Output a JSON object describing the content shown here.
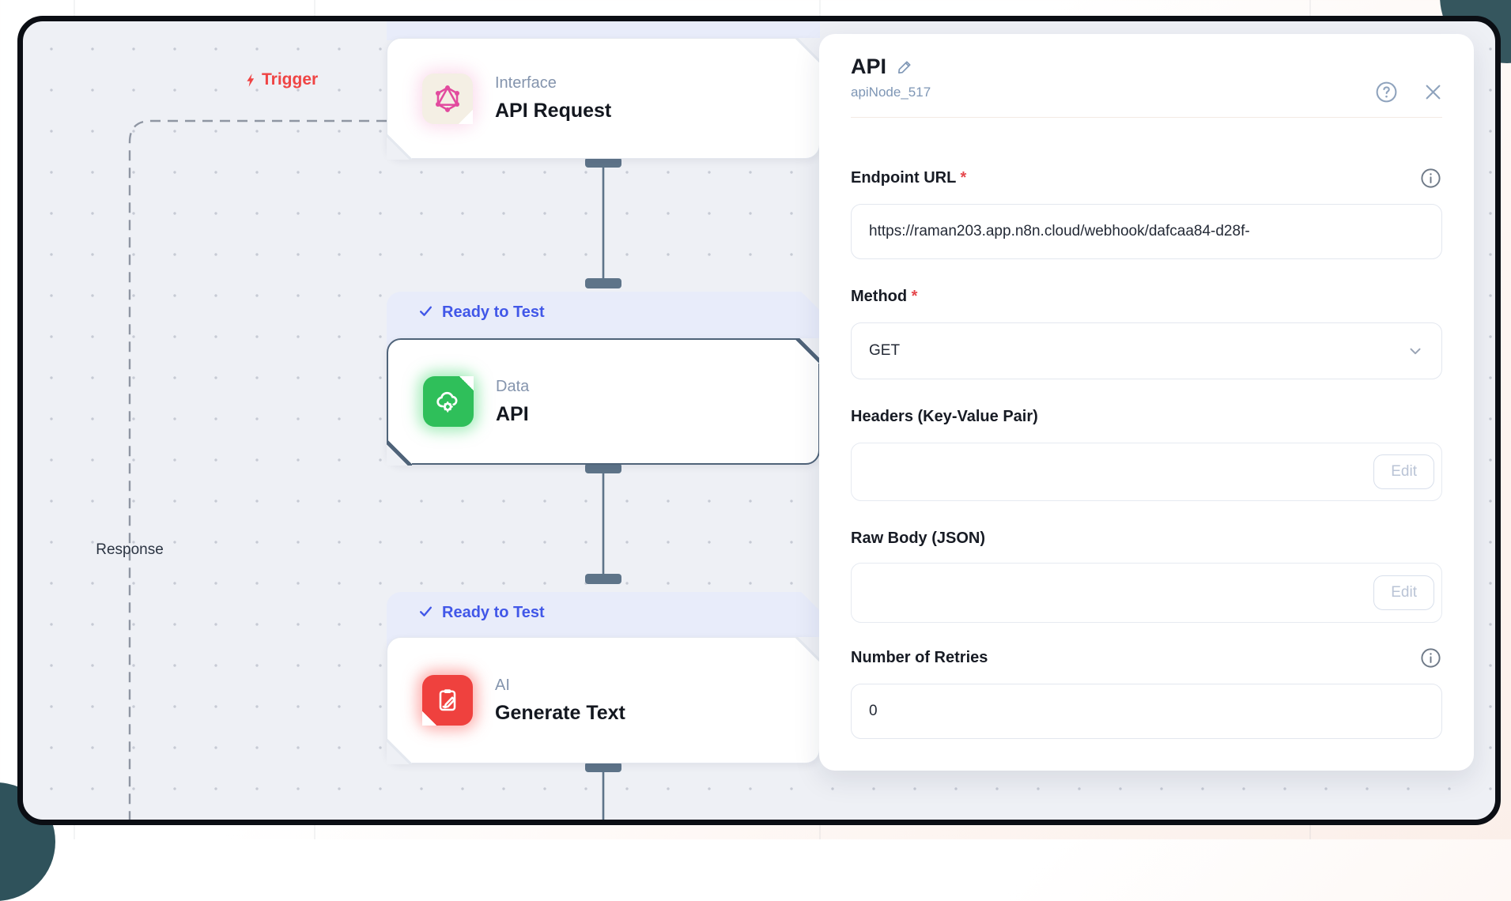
{
  "canvas": {
    "trigger_label": "Trigger",
    "response_label": "Response",
    "nodes": [
      {
        "category": "Interface",
        "title": "API Request",
        "status_badge": "Ready to Test"
      },
      {
        "category": "Data",
        "title": "API",
        "status_badge": "Ready to Test",
        "selected": true
      },
      {
        "category": "AI",
        "title": "Generate Text",
        "status_badge": "Ready to Test"
      }
    ]
  },
  "panel": {
    "title": "API",
    "subtitle": "apiNode_517",
    "fields": {
      "endpoint": {
        "label": "Endpoint URL",
        "required": "*",
        "value": "https://raman203.app.n8n.cloud/webhook/dafcaa84-d28f-"
      },
      "method": {
        "label": "Method",
        "required": "*",
        "value": "GET"
      },
      "headers": {
        "label": "Headers (Key-Value Pair)",
        "action": "Edit"
      },
      "raw_body": {
        "label": "Raw Body (JSON)",
        "action": "Edit"
      },
      "retries": {
        "label": "Number of Retries",
        "value": "0"
      }
    }
  },
  "colors": {
    "trigger_red": "#ef4444",
    "status_blue": "#4157e8",
    "status_badge_bg": "#e8ecfa",
    "connector_slate": "#5e7489",
    "selected_border": "#4f6379",
    "data_green": "#2fbf5a",
    "ai_red": "#ef413e",
    "interface_pink": "#e24a9e",
    "interface_cream": "#f4efe4",
    "canvas_bg": "#eef0f5",
    "frame_dark": "#0b0e14",
    "subtitle_slate": "#7e96b5",
    "required_red": "#e5484d"
  }
}
